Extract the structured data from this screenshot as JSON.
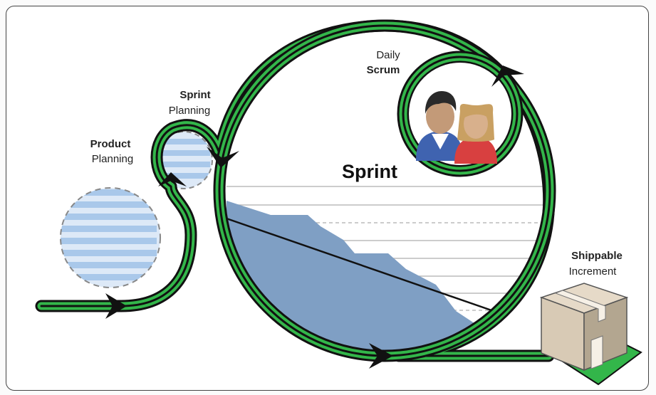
{
  "diagram": {
    "product_planning": {
      "line1": "Product",
      "line2": "Planning"
    },
    "sprint_planning": {
      "line1": "Sprint",
      "line2": "Planning"
    },
    "daily_scrum": {
      "line1": "Daily",
      "line2": "Scrum"
    },
    "sprint": {
      "label": "Sprint"
    },
    "shippable_increment": {
      "line1": "Shippable",
      "line2": "Increment"
    }
  },
  "colors": {
    "flow_green": "#33b64a",
    "flow_black": "#111111",
    "backlog_blue": "#a9c8ea",
    "backlog_light": "#dde9f7",
    "burndown_blue": "#7f9fc4",
    "box_tan": "#d8cab5",
    "box_dark": "#b3a690",
    "ground_green": "#33b64a"
  },
  "icons": [
    "chevron-arrow-icon",
    "people-icon",
    "box-icon"
  ]
}
